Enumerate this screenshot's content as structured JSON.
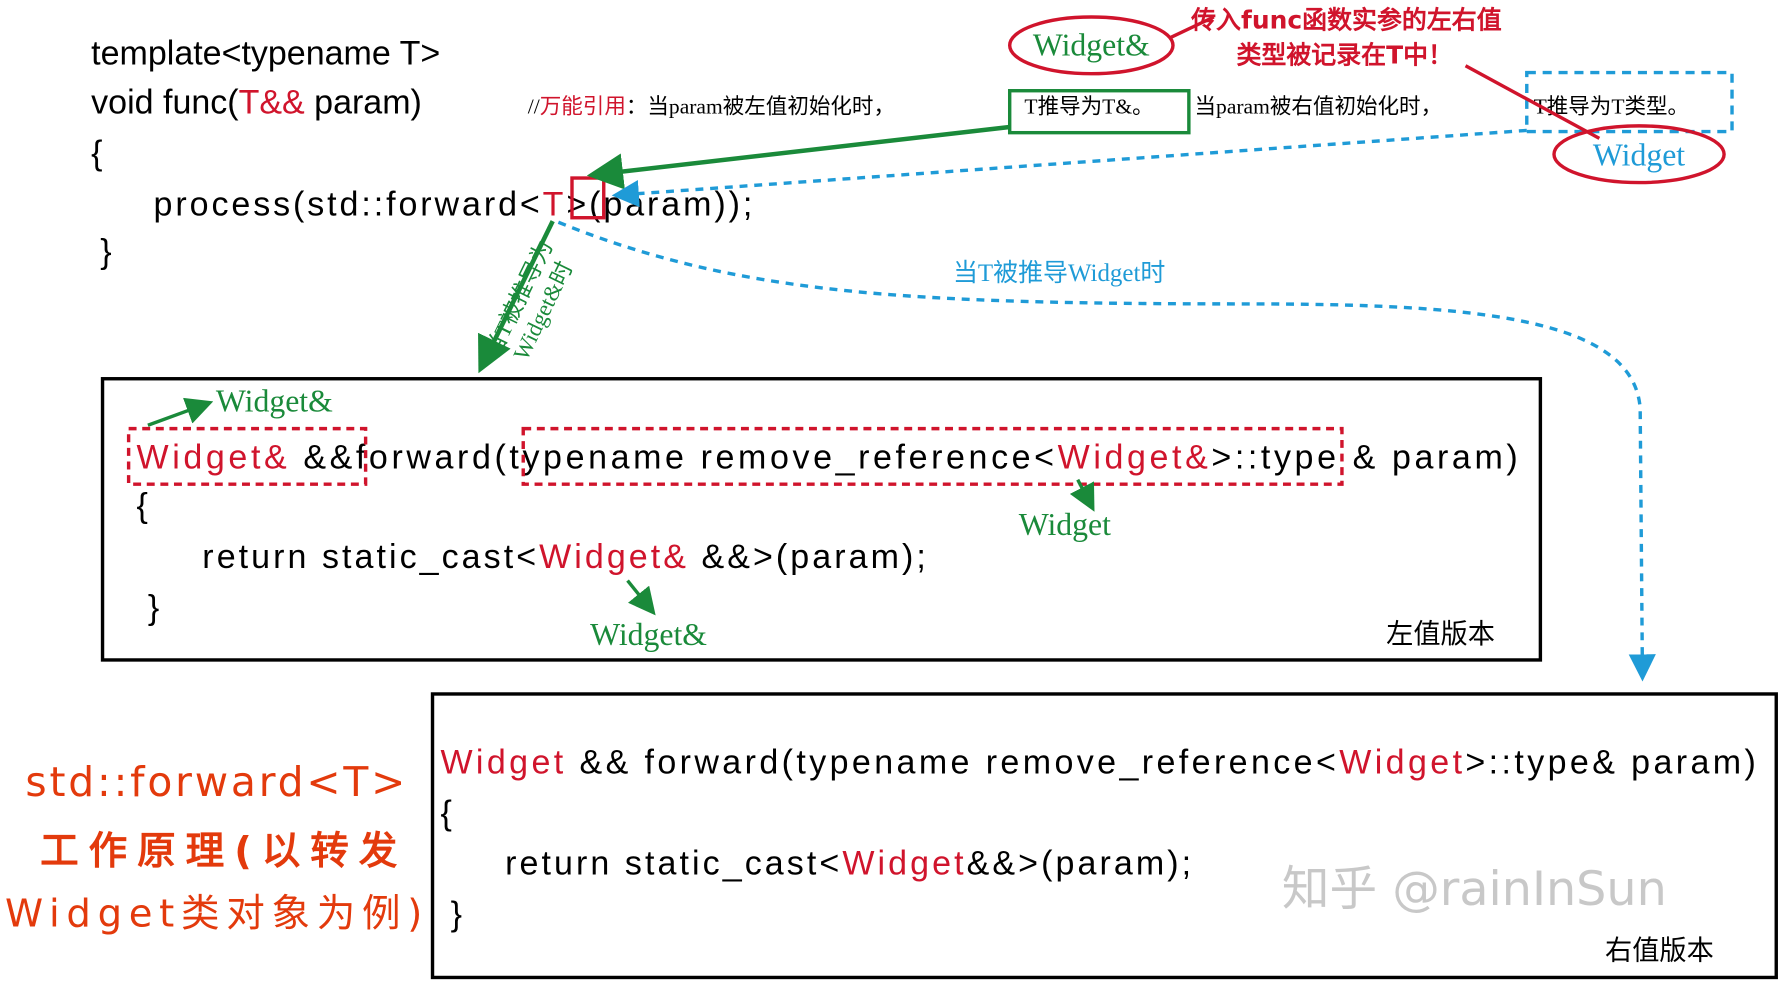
{
  "top_code": {
    "line1": "template<typename T>",
    "line2_a": "void func(",
    "line2_t": "T&&",
    "line2_b": " param)",
    "open_brace": "{",
    "line4_a": "process(std::forward<",
    "line4_t": "T",
    "line4_b": ">(param));",
    "close_brace": "}"
  },
  "comment": {
    "slashes": "//",
    "keyword": "万能引用",
    "part1": "：当param被左值初始化时，",
    "lvalue_box": "T推导为T&。",
    "part2": "当param被右值初始化时，",
    "rvalue_box": "T推导为T类型。"
  },
  "callouts": {
    "lvalue_ellipse": "Widget&",
    "rvalue_ellipse": "Widget",
    "note_line1": "传入func函数实参的左右值",
    "note_line2": "类型被记录在T中！",
    "rvalue_path_label": "当T被推导Widget时",
    "lvalue_path_label": "当T被推导为Widget&时"
  },
  "lvalue_box": {
    "annot_top": "Widget&",
    "sig_ret": "Widget&",
    "sig_mid": " &&forward(typename remove_reference<",
    "sig_t": "Widget&",
    "sig_end": ">::type &  param)",
    "open_brace": "{",
    "ret_a": "return static_cast<",
    "ret_t": "Widget&",
    "ret_b": " &&>(param);",
    "close_brace": "}",
    "annot_type": "Widget",
    "annot_cast": "Widget&",
    "label": "左值版本"
  },
  "rvalue_box": {
    "sig_ret": "Widget",
    "sig_mid": " && forward(typename remove_reference<",
    "sig_t": "Widget",
    "sig_end": ">::type&  param)",
    "open_brace": "{",
    "ret_a": "return static_cast<",
    "ret_t": "Widget",
    "ret_b": "&&>(param);",
    "close_brace": "}",
    "label": "右值版本"
  },
  "side_title": {
    "line1": "std::forward<T>",
    "line2": "工作原理(以转发",
    "line3": "Widget类对象为例)"
  },
  "watermark": "知乎 @rainInSun",
  "colors": {
    "red": "#d0142c",
    "green": "#1a8a3a",
    "blue": "#1f9bd7",
    "orange": "#e33a0c"
  }
}
